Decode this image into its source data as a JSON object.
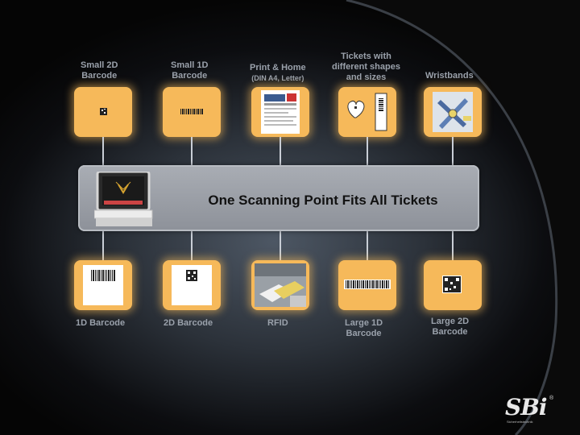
{
  "banner": {
    "title": "One Scanning Point Fits All Tickets"
  },
  "top_items": [
    {
      "line1": "Small 2D",
      "line2": "Barcode",
      "sub": ""
    },
    {
      "line1": "Small 1D",
      "line2": "Barcode",
      "sub": ""
    },
    {
      "line1": "Print & Home",
      "line2": "",
      "sub": "(DIN A4, Letter)"
    },
    {
      "line1": "Tickets with",
      "line2": "different shapes",
      "line3": "and sizes"
    },
    {
      "line1": "Wristbands",
      "line2": "",
      "sub": ""
    }
  ],
  "bottom_items": [
    {
      "line1": "1D Barcode",
      "line2": ""
    },
    {
      "line1": "2D Barcode",
      "line2": ""
    },
    {
      "line1": "RFID",
      "line2": ""
    },
    {
      "line1": "Large 1D",
      "line2": "Barcode"
    },
    {
      "line1": "Large 2D",
      "line2": "Barcode"
    }
  ],
  "logo": {
    "text": "SBi",
    "tagline": "Sicherheitstechnik",
    "reg": "®"
  },
  "colors": {
    "tile": "#f6b95a",
    "banner": "#9a9ea5",
    "label": "#9aa1ab"
  }
}
